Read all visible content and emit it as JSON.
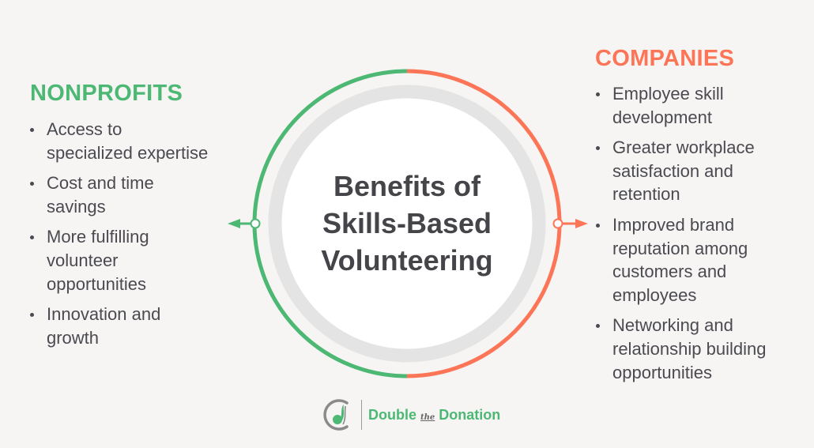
{
  "center": {
    "title_lines": [
      "Benefits of",
      "Skills-Based",
      "Volunteering"
    ]
  },
  "nonprofits": {
    "heading": "NONPROFITS",
    "color": "#4cb874",
    "items": [
      "Access to specialized expertise",
      "Cost and time savings",
      "More fulfilling volunteer opportunities",
      "Innovation and growth"
    ]
  },
  "companies": {
    "heading": "COMPANIES",
    "color": "#fc7557",
    "items": [
      "Employee skill development",
      "Greater workplace satisfaction and retention",
      "Improved brand reputation among customers and employees",
      "Networking and relationship building opportunities"
    ]
  },
  "logo": {
    "word1": "Double",
    "word2": "the",
    "word3": "Donation"
  },
  "colors": {
    "background": "#f6f5f4",
    "green": "#4cb874",
    "coral": "#fc7557",
    "ring_gray": "#e4e4e4",
    "text": "#4a4a50"
  }
}
